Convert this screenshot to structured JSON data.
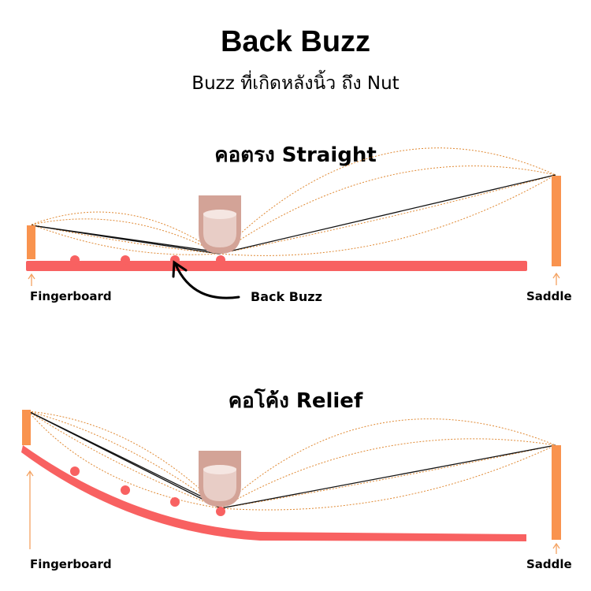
{
  "title": "Back Buzz",
  "subtitle": "Buzz ที่เกิดหลังนิ้ว ถึง Nut",
  "sections": [
    {
      "title": "คอตรง Straight",
      "left_label": "Fingerboard",
      "right_label": "Saddle",
      "callout": "Back Buzz"
    },
    {
      "title": "คอโค้ง Relief",
      "left_label": "Fingerboard",
      "right_label": "Saddle"
    }
  ],
  "colors": {
    "fingerboard": "#f86161",
    "nut_saddle": "#f9934e",
    "string": "#111111",
    "vibration": "#e08a35",
    "finger": "#d3a397",
    "finger_nail": "#e8cdc6"
  }
}
